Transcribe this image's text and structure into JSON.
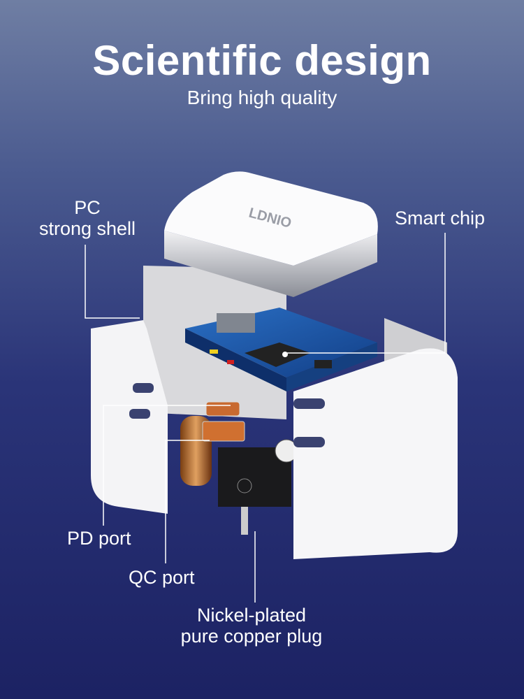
{
  "header": {
    "title": "Scientific design",
    "subtitle": "Bring high quality"
  },
  "product": {
    "logo": "LDNIO"
  },
  "callouts": {
    "shell": [
      "PC",
      "strong shell"
    ],
    "chip": "Smart chip",
    "pd_port": "PD port",
    "qc_port": "QC port",
    "plug": [
      "Nickel-plated",
      "pure copper plug"
    ]
  }
}
